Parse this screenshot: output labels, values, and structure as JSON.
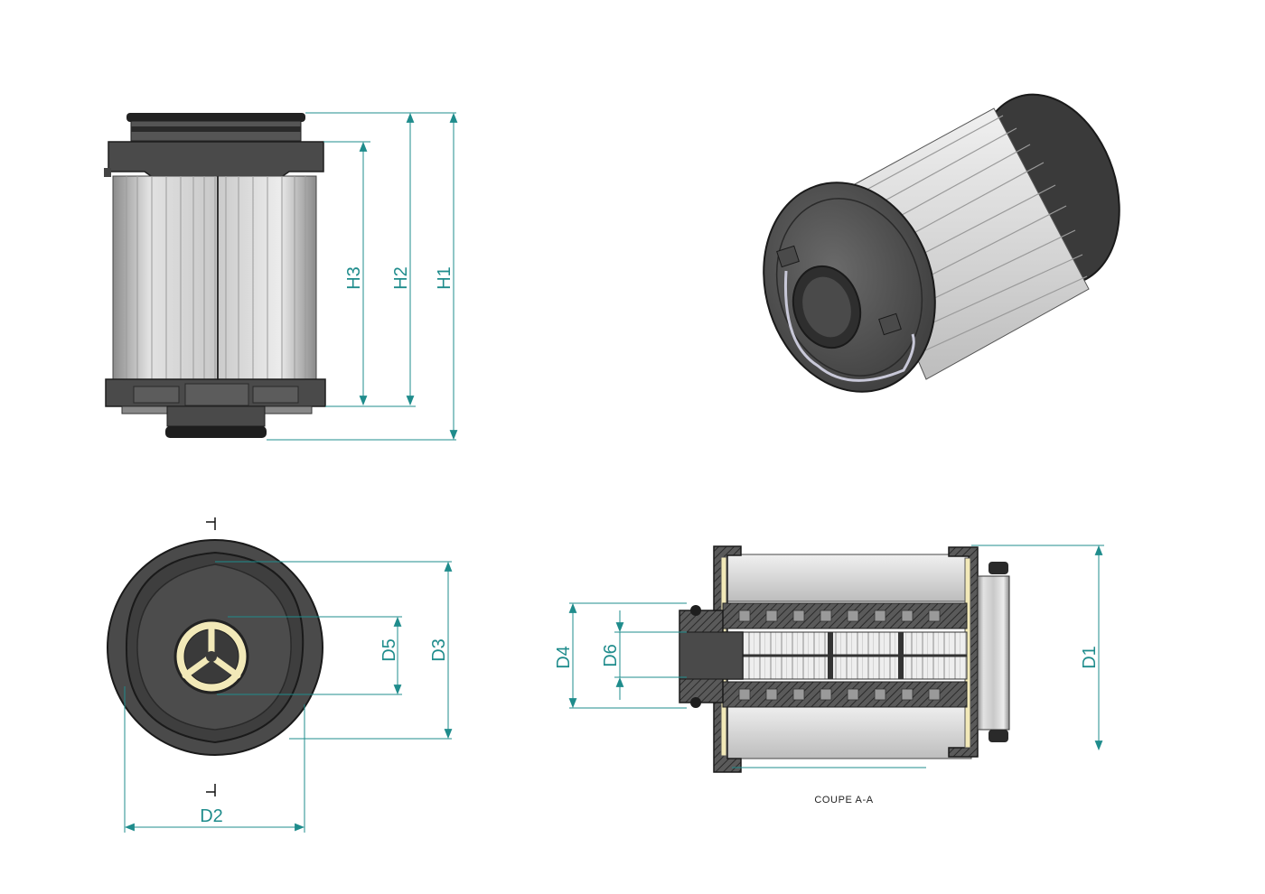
{
  "colors": {
    "dimension": "#1f8c8c",
    "body_dark": "#3e3e3e",
    "body_mid": "#555555",
    "metal_light": "#d8d8d8",
    "metal_shade": "#9a9a9a",
    "seal": "#1e1e1e",
    "gasket": "#f2e9b8"
  },
  "views": {
    "front": {
      "labels": {
        "h1": "H1",
        "h2": "H2",
        "h3": "H3"
      }
    },
    "bottom": {
      "labels": {
        "d2": "D2",
        "d3": "D3",
        "d5": "D5"
      }
    },
    "section": {
      "labels": {
        "d1": "D1",
        "d4": "D4",
        "d6": "D6"
      },
      "caption": "COUPE A-A"
    }
  }
}
